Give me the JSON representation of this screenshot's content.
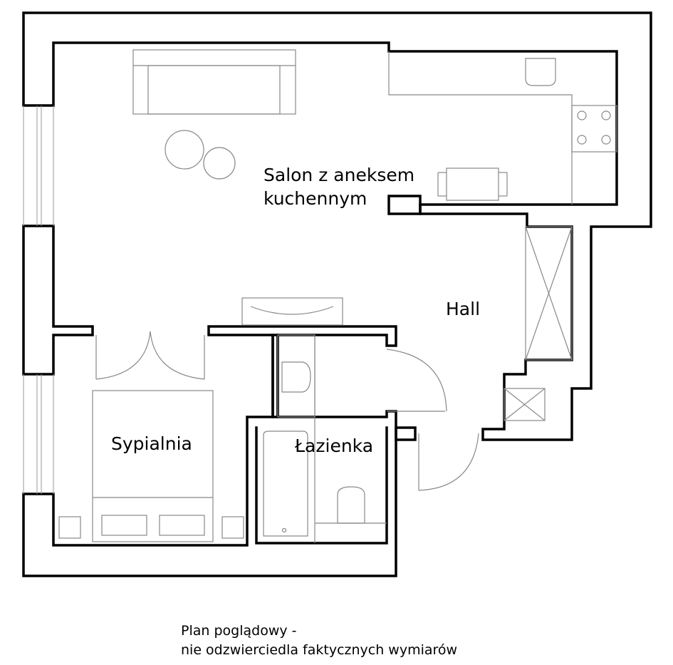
{
  "rooms": {
    "salon_line1": "Salon z aneksem",
    "salon_line2": "kuchennym",
    "hall": "Hall",
    "bedroom": "Sypialnia",
    "bathroom": "Łazienka"
  },
  "note": {
    "line1": "Plan poglądowy -",
    "line2": "nie odzwierciedla faktycznych wymiarów"
  },
  "colors": {
    "walls": "#000000",
    "fixtures": "#888888",
    "background": "#ffffff"
  }
}
